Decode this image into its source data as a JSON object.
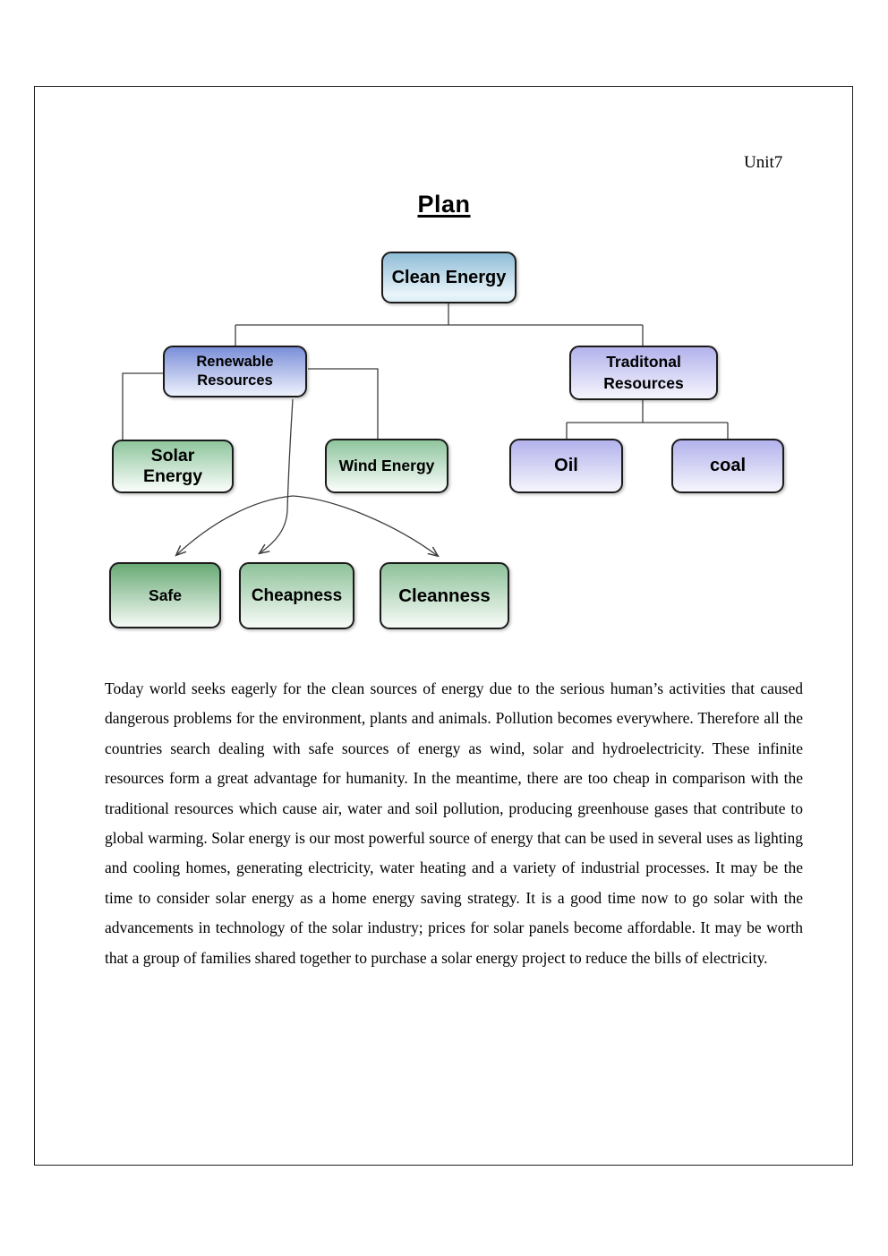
{
  "page": {
    "unit_label": "Unit7",
    "title": "Plan",
    "border_color": "#1f1f1f",
    "background": "#ffffff"
  },
  "diagram": {
    "nodes": [
      {
        "id": "clean-energy",
        "label": "Clean Energy",
        "color_top": "#8fbdd7",
        "color_bottom": "#e9f4fa"
      },
      {
        "id": "renewable-resources",
        "label": "Renewable\nResources",
        "color_top": "#7b8fd9",
        "color_bottom": "#eef1fc"
      },
      {
        "id": "traditional-resources",
        "label": "Traditonal\nResources",
        "color_top": "#b3b2ec",
        "color_bottom": "#f5f5fd"
      },
      {
        "id": "solar-energy",
        "label": "Solar\nEnergy",
        "color_top": "#8fc59d",
        "color_bottom": "#fafdfb"
      },
      {
        "id": "wind-energy",
        "label": "Wind Energy",
        "color_top": "#8fc59d",
        "color_bottom": "#fafdfb"
      },
      {
        "id": "oil",
        "label": "Oil",
        "color_top": "#b3b2ec",
        "color_bottom": "#f5f5fd"
      },
      {
        "id": "coal",
        "label": "coal",
        "color_top": "#b3b2ec",
        "color_bottom": "#f5f5fd"
      },
      {
        "id": "safe",
        "label": "Safe",
        "color_top": "#68aa74",
        "color_bottom": "#f6faf6"
      },
      {
        "id": "cheapness",
        "label": "Cheapness",
        "color_top": "#8ec29a",
        "color_bottom": "#f7fbf7"
      },
      {
        "id": "cleanness",
        "label": "Cleanness",
        "color_top": "#8ec29a",
        "color_bottom": "#f7fbf7"
      }
    ],
    "edges": [
      {
        "from": "clean-energy",
        "to": "renewable-resources",
        "style": "elbow"
      },
      {
        "from": "clean-energy",
        "to": "traditional-resources",
        "style": "elbow"
      },
      {
        "from": "renewable-resources",
        "to": "solar-energy",
        "style": "elbow"
      },
      {
        "from": "renewable-resources",
        "to": "wind-energy",
        "style": "elbow"
      },
      {
        "from": "traditional-resources",
        "to": "oil",
        "style": "elbow"
      },
      {
        "from": "traditional-resources",
        "to": "coal",
        "style": "elbow"
      },
      {
        "from": "renewable-resources",
        "to": "safe",
        "style": "curved-arrow"
      },
      {
        "from": "renewable-resources",
        "to": "cheapness",
        "style": "curved-arrow"
      },
      {
        "from": "renewable-resources",
        "to": "cleanness",
        "style": "curved-arrow"
      }
    ],
    "line_color": "#3f3f3f"
  },
  "paragraph": "Today world seeks eagerly for the clean sources of energy due to the serious human’s activities that caused dangerous problems for the environment, plants and animals. Pollution becomes everywhere. Therefore all the countries search dealing with safe sources of energy as wind, solar and hydroelectricity. These infinite resources form a great advantage for humanity. In the meantime, there are too cheap in comparison with the traditional resources which cause air, water and soil pollution, producing greenhouse gases that contribute to global warming. Solar energy is our most powerful source of energy that can be used in several uses as lighting and cooling homes, generating electricity, water heating and a variety of industrial processes. It may be the time to consider solar energy as a home energy saving strategy. It is a good time now to go solar with the advancements in technology of the solar industry; prices for solar panels become affordable. It may be worth that a group of families shared together to purchase a solar energy project to reduce the bills of electricity."
}
